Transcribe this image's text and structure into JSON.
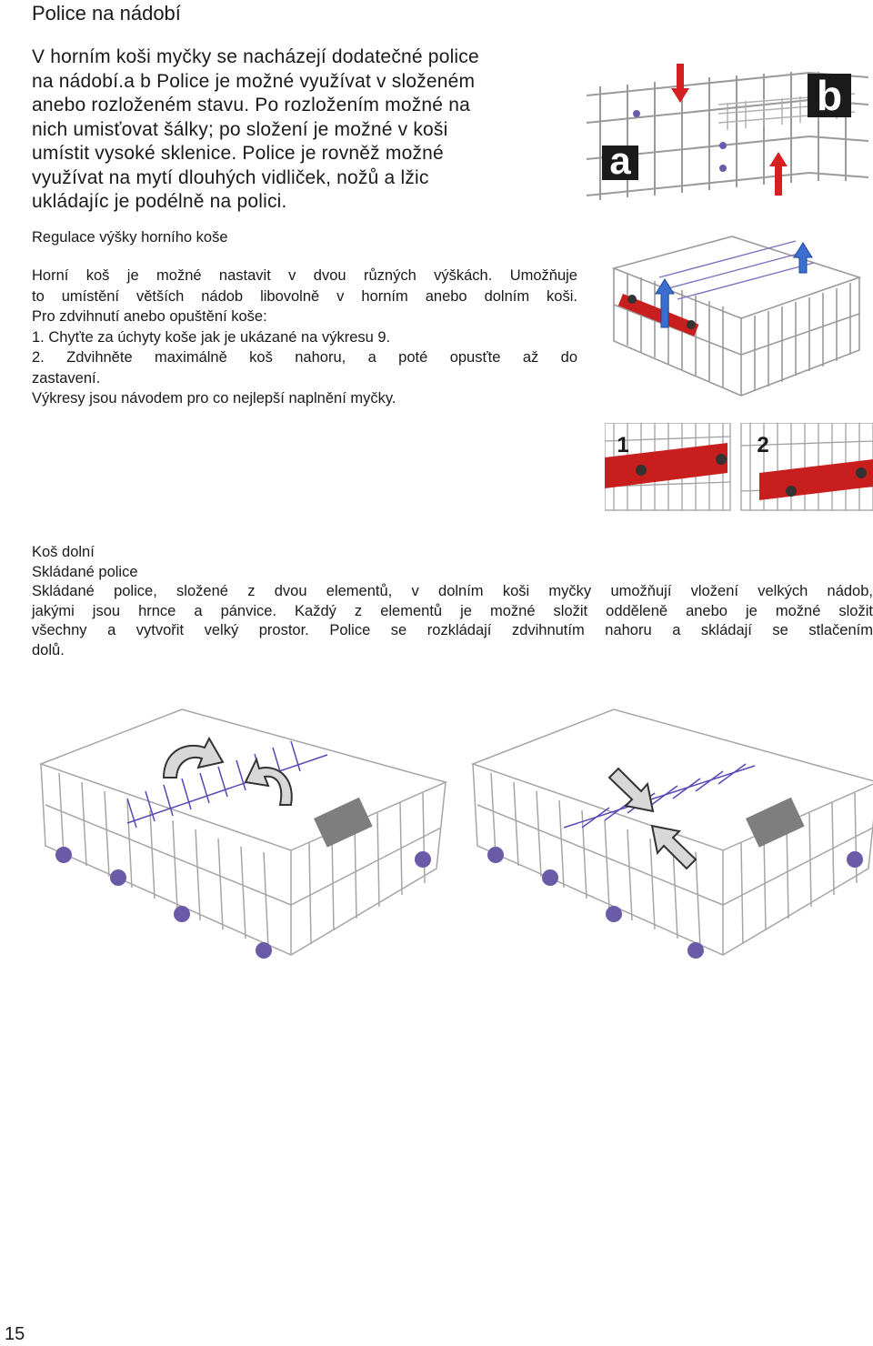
{
  "section_title": "Police na nádobí",
  "intro_lines": [
    "V horním koši myčky se nacházejí dodatečné police",
    "na nádobí.a b Police je možné využívat v složeném",
    "anebo rozloženém stavu. Po rozložením možné na",
    "nich umisťovat šálky; po složení je možné v koši",
    "umístit vysoké sklenice. Police je rovněž možné",
    "využívat na mytí dlouhých vidliček, nožů a lžic",
    "ukládajíc je podélně na polici."
  ],
  "height_title": "Regulace výšky horního koše",
  "height_lines": [
    "Horní koš je možné nastavit v dvou různých výškách. Umožňuje",
    "to umístění větších nádob libovolně v horním anebo dolním koši.",
    "Pro zdvihnutí anebo opuštění koše:",
    "1. Chyťte za úchyty koše jak je ukázané na výkresu 9.",
    "2. Zdvihněte maximálně koš nahoru, a poté opusťte až do",
    "zastavení.",
    "Výkresy jsou návodem pro co nejlepší naplnění myčky."
  ],
  "lower_title": "Koš dolní",
  "lower_subtitle": "Skládané police",
  "lower_lines": [
    "Skládané police, složené z dvou elementů, v dolním koši myčky umožňují vložení velkých nádob,",
    "jakými jsou hrnce a pánvice. Každý z elementů je možné složit odděleně anebo je možné složit",
    "všechny a vytvořit velký prostor. Police se rozkládají zdvihnutím nahoru a skládají se stlačením",
    "dolů."
  ],
  "figure_labels": {
    "a": "a",
    "b": "b",
    "one": "1",
    "two": "2"
  },
  "page_number": "15",
  "colors": {
    "wire": "#9a9a9a",
    "red_arrow": "#d42020",
    "blue_arrow": "#3a6fd0",
    "handle": "#c81e1e",
    "wheel": "#6a5aa8"
  }
}
